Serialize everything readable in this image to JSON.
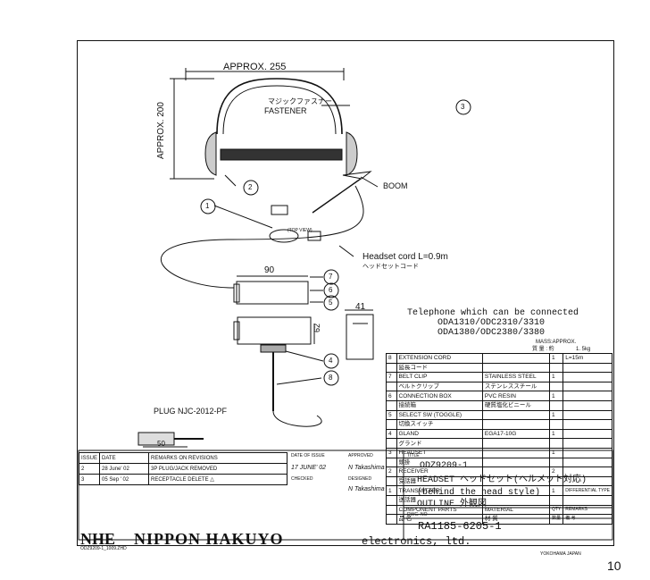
{
  "drawing": {
    "dim_width": "APPROX. 255",
    "dim_height": "APPROX. 200",
    "fastener_jp": "マジックファスナー",
    "fastener_en": "FASTENER",
    "boom": "BOOM",
    "top_view": "(TOP VIEW)",
    "cord_en": "Headset cord L=0.9m",
    "cord_jp": "ヘッドセットコード",
    "dim_90": "90",
    "dim_41": "41",
    "dim_62": "62",
    "dim_50": "50",
    "plug": "PLUG  NJC-2012-PF",
    "callouts": [
      "1",
      "2",
      "3",
      "4",
      "5",
      "6",
      "7",
      "8"
    ]
  },
  "telephone": {
    "line1": "Telephone which can be connected",
    "line2": "ODA1310/ODC2310/3310",
    "line3": "ODA1380/ODC2380/3380"
  },
  "mass": {
    "label": "MASS:APPROX.",
    "label_jp": "質 量 : 約",
    "value": "1. 5kg"
  },
  "parts": {
    "rows": [
      {
        "no": "8",
        "name_en": "EXTENSION CORD",
        "name_jp": "延長コード",
        "material": "",
        "qty": "1",
        "remarks": "L=15m"
      },
      {
        "no": "7",
        "name_en": "BELT CLIP",
        "name_jp": "ベルトクリップ",
        "material": "STAINLESS STEEL",
        "material_jp": "ステンレススチール",
        "qty": "1",
        "remarks": ""
      },
      {
        "no": "6",
        "name_en": "CONNECTION BOX",
        "name_jp": "接続箱",
        "material": "PVC RESIN",
        "material_jp": "硬質塩化ビニール",
        "qty": "1",
        "remarks": ""
      },
      {
        "no": "5",
        "name_en": "SELECT SW (TOGGLE)",
        "name_jp": "切換スイッチ",
        "material": "",
        "qty": "1",
        "remarks": ""
      },
      {
        "no": "4",
        "name_en": "GLAND",
        "name_jp": "グランド",
        "material": "EGA17-10G",
        "qty": "1",
        "remarks": ""
      },
      {
        "no": "3",
        "name_en": "HEADSET",
        "name_jp": "頭掛",
        "material": "",
        "qty": "1",
        "remarks": ""
      },
      {
        "no": "2",
        "name_en": "RECEIVER",
        "name_jp": "受話器",
        "material": "",
        "qty": "2",
        "remarks": ""
      },
      {
        "no": "1",
        "name_en": "TRANSMITTER",
        "name_jp": "送話器",
        "material": "",
        "qty": "1",
        "remarks": "DIFFERENTIAL TYPE"
      }
    ],
    "header_en": {
      "name": "COMPONENT PARTS",
      "material": "MATERIAL",
      "qty": "QTY",
      "remarks": "REMARKS"
    },
    "header_jp": {
      "name": "品   名",
      "material": "材   質",
      "qty": "数量",
      "remarks": "備  考"
    }
  },
  "revisions": {
    "headers": {
      "issue": "ISSUE",
      "date": "DATE",
      "remarks": "REMARKS ON REVISIONS"
    },
    "rows": [
      {
        "issue": "2",
        "date": "28 June' 02",
        "remarks": "3P PLUG/JACK REMOVED"
      },
      {
        "issue": "3",
        "date": "05 Sep ' 02",
        "remarks": "RECEPTACLE  DELETE"
      }
    ]
  },
  "approval": {
    "date_of_issue_label": "DATE OF ISSUE",
    "date_of_issue": "17 JUNE' 02",
    "approved_label": "APPROVED",
    "approved": "N Takashima",
    "checked_label": "CHECKED",
    "designed_label": "DESIGNED",
    "designed": "N Takashima"
  },
  "title_block": {
    "title_label": "TITLE",
    "model": "ODZ9209-1",
    "line1": "HEADSET ヘッドセット(ヘルメット対応)",
    "line2": "(behind the head style)",
    "line3": "OUTLINE 外観図",
    "dwg_no_label": "DWG. NO",
    "dwg_no": "RA1185-6205-1"
  },
  "company": {
    "logo": "NHE",
    "name": "NIPPON HAKUYO",
    "suffix": "electronics, ltd.",
    "location": "YOKOHAMA  JAPAN",
    "file_ref": "ODZ9209-1_1009.ZHD"
  },
  "page_number": "10"
}
